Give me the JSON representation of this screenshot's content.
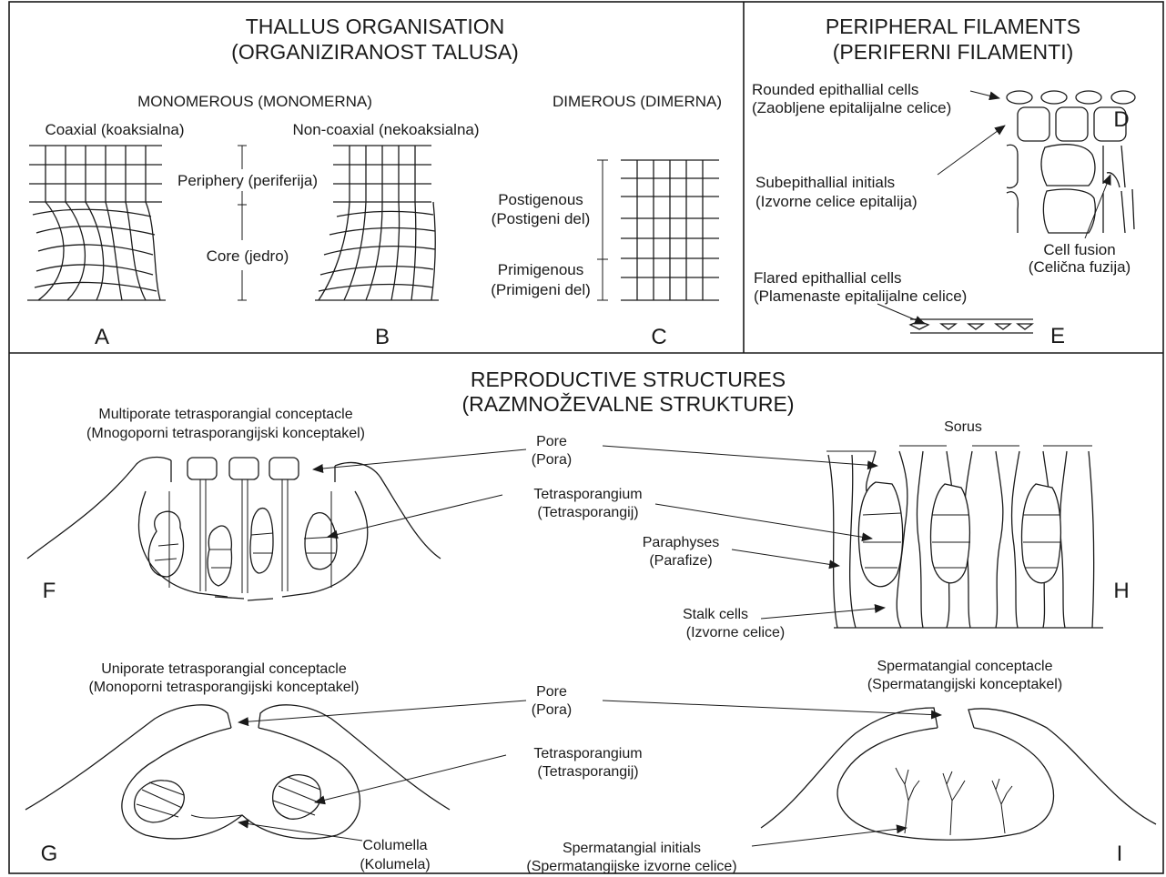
{
  "thallus": {
    "title": "THALLUS ORGANISATION",
    "subtitle": "(ORGANIZIRANOST TALUSA)",
    "monomerous": "MONOMEROUS (MONOMERNA)",
    "dimerous": "DIMEROUS (DIMERNA)",
    "coaxial": "Coaxial (koaksialna)",
    "noncoaxial": "Non-coaxial (nekoaksialna)",
    "periphery": "Periphery (periferija)",
    "core": "Core (jedro)",
    "postigenous": "Postigenous",
    "postigenous_sl": "(Postigeni del)",
    "primigenous": "Primigenous",
    "primigenous_sl": "(Primigeni del)",
    "letter_a": "A",
    "letter_b": "B",
    "letter_c": "C"
  },
  "peripheral": {
    "title": "PERIPHERAL FILAMENTS",
    "subtitle": "(PERIFERNI FILAMENTI)",
    "rounded": "Rounded epithallial cells",
    "rounded_sl": "(Zaobljene epitalijalne celice)",
    "subepithallial": "Subepithallial initials",
    "subepithallial_sl": "(Izvorne celice epitalija)",
    "fusion": "Cell fusion",
    "fusion_sl": "(Celična fuzija)",
    "flared": "Flared epithallial cells",
    "flared_sl": "(Plamenaste epitalijalne celice)",
    "letter_d": "D",
    "letter_e": "E"
  },
  "reproductive": {
    "title": "REPRODUCTIVE STRUCTURES",
    "subtitle": "(RAZMNOŽEVALNE STRUKTURE)",
    "multiporate": "Multiporate tetrasporangial conceptacle",
    "multiporate_sl": "(Mnogoporni tetrasporangijski konceptakel)",
    "pore": "Pore",
    "pore_sl": "(Pora)",
    "tetrasporangium": "Tetrasporangium",
    "tetrasporangium_sl": "(Tetrasporangij)",
    "paraphyses": "Paraphyses",
    "paraphyses_sl": "(Parafize)",
    "stalk": "Stalk cells",
    "stalk_sl": "(Izvorne celice)",
    "sorus": "Sorus",
    "uniporate": "Uniporate tetrasporangial conceptacle",
    "uniporate_sl": "(Monoporni tetrasporangijski konceptakel)",
    "pore2": "Pore",
    "pore2_sl": "(Pora)",
    "tetrasporangium2": "Tetrasporangium",
    "tetrasporangium2_sl": "(Tetrasporangij)",
    "columella": "Columella",
    "columella_sl": "(Kolumela)",
    "spermatangial": "Spermatangial conceptacle",
    "spermatangial_sl": "(Spermatangijski konceptakel)",
    "sperm_initials": "Spermatangial initials",
    "sperm_initials_sl": "(Spermatangijske izvorne celice)",
    "letter_f": "F",
    "letter_g": "G",
    "letter_h": "H",
    "letter_i": "I"
  }
}
